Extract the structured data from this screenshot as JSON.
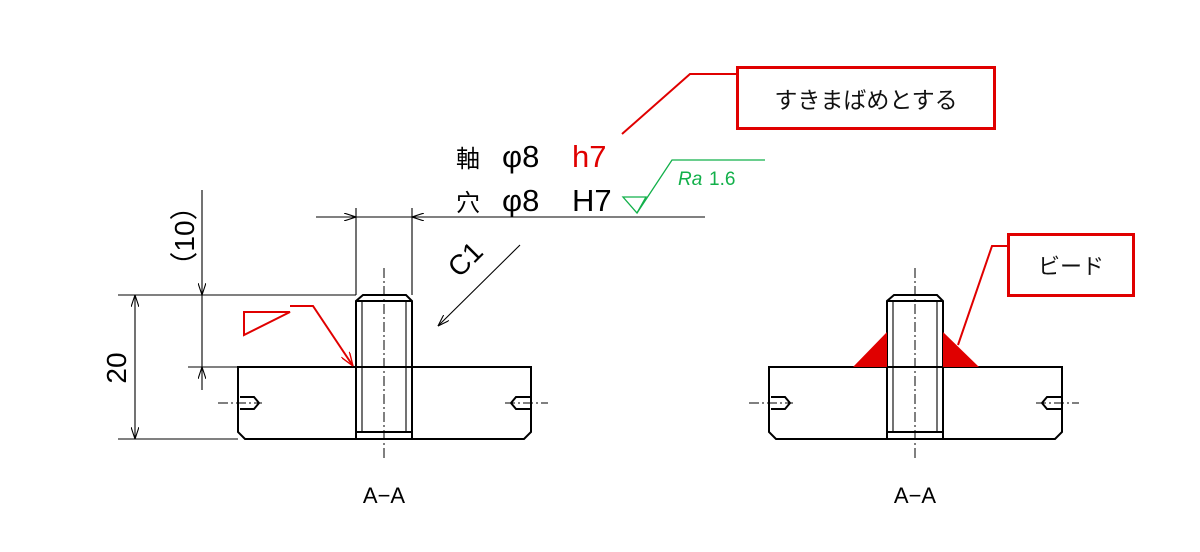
{
  "callouts": {
    "fit_note": "すきまばめとする",
    "bead_note": "ビード"
  },
  "fit": {
    "shaft_label": "軸",
    "shaft_symbol": "φ8",
    "shaft_tolerance": "h7",
    "hole_label": "穴",
    "hole_symbol": "φ8",
    "hole_tolerance": "H7"
  },
  "surface_roughness": {
    "param": "Ra",
    "value": "1.6"
  },
  "dimensions": {
    "chamfer": "C1",
    "ref_height": "（10）",
    "total_height": "20"
  },
  "views": {
    "left_label": "A−A",
    "right_label": "A−A"
  },
  "colors": {
    "annotation_red": "#e00000",
    "roughness_green": "#12b04a",
    "line": "#000000"
  }
}
